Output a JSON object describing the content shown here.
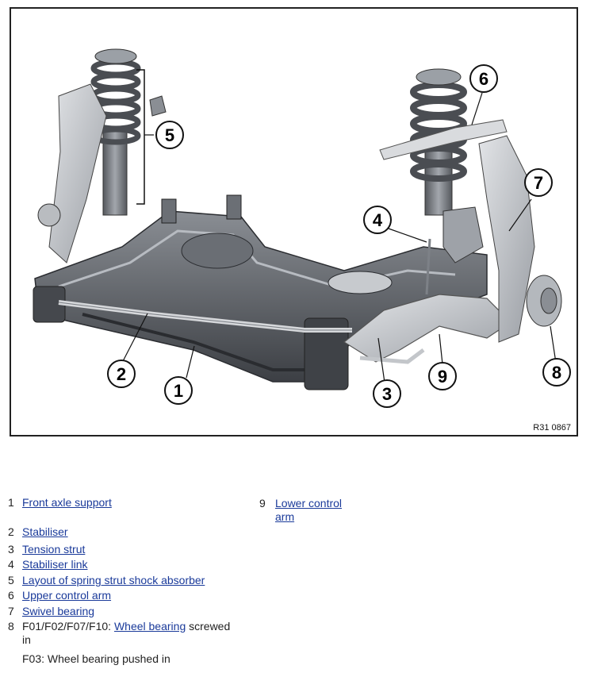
{
  "figure": {
    "code": "R31 0867",
    "callouts": [
      "1",
      "2",
      "3",
      "4",
      "5",
      "6",
      "7",
      "8",
      "9"
    ]
  },
  "legend": {
    "item1": {
      "num": "1",
      "label": "Front axle support"
    },
    "item2": {
      "num": "2",
      "label": "Stabiliser"
    },
    "item3": {
      "num": "3",
      "label": "Tension strut"
    },
    "item4": {
      "num": "4",
      "label": "Stabiliser link"
    },
    "item5": {
      "num": "5",
      "label": "Layout of spring strut shock absorber"
    },
    "item6": {
      "num": "6",
      "label": "Upper control arm"
    },
    "item7": {
      "num": "7",
      "label": "Swivel bearing"
    },
    "item8": {
      "num": "8",
      "prefix": "F01/F02/F07/F10: ",
      "label": "Wheel bearing",
      "suffix": " screwed",
      "wrap": "in",
      "note": "F03: Wheel bearing pushed in"
    },
    "item9": {
      "num": "9",
      "label_line1": "Lower control",
      "label_line2": "arm"
    }
  },
  "colors": {
    "link": "#1a3a9a",
    "frame": "#222222",
    "metal_dark": "#4a4d52",
    "metal_light": "#c9ccd0"
  }
}
